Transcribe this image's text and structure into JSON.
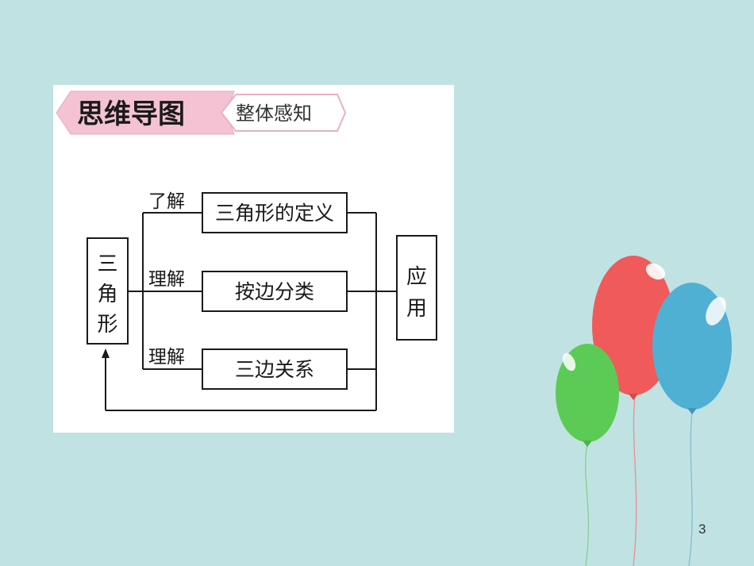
{
  "header": {
    "title": "思维导图",
    "subtitle": "整体感知"
  },
  "diagram": {
    "left_box": [
      "三",
      "角",
      "形"
    ],
    "right_box": [
      "应",
      "用"
    ],
    "branches": [
      {
        "label": "了解",
        "box": "三角形的定义"
      },
      {
        "label": "理解",
        "box": "按边分类"
      },
      {
        "label": "理解",
        "box": "三边关系"
      }
    ]
  },
  "page_number": "3",
  "colors": {
    "background": "#c1e2e3",
    "header_pink": "#f4c2d3",
    "balloon_red": "#f05a5a",
    "balloon_blue": "#4fb0d4",
    "balloon_green": "#5ccb55"
  }
}
